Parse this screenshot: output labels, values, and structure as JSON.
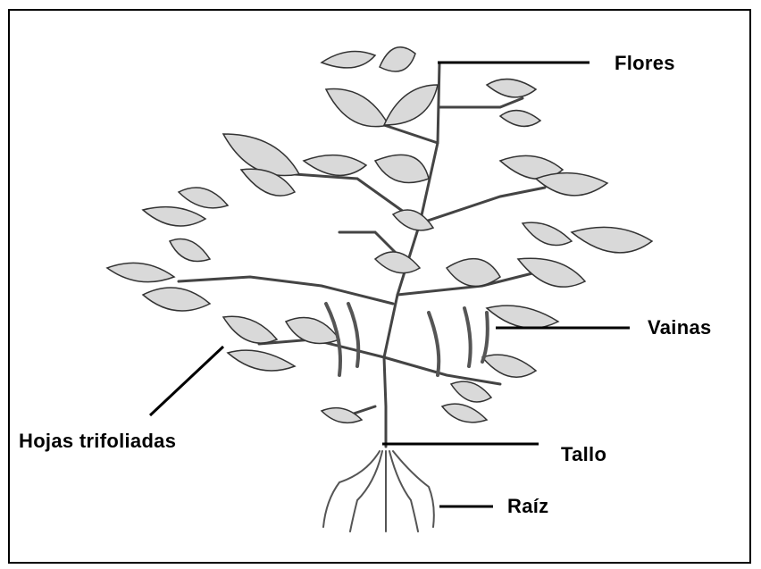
{
  "diagram": {
    "labels": {
      "flowers": "Flores",
      "pods": "Vainas",
      "trifoliate_leaves": "Hojas trifoliadas",
      "stem": "Tallo",
      "root": "Raíz"
    },
    "colors": {
      "border": "#000000",
      "leaf_fill": "#d9d9d9",
      "leaf_stroke": "#333333",
      "stem": "#444444",
      "leader_line": "#000000"
    }
  }
}
